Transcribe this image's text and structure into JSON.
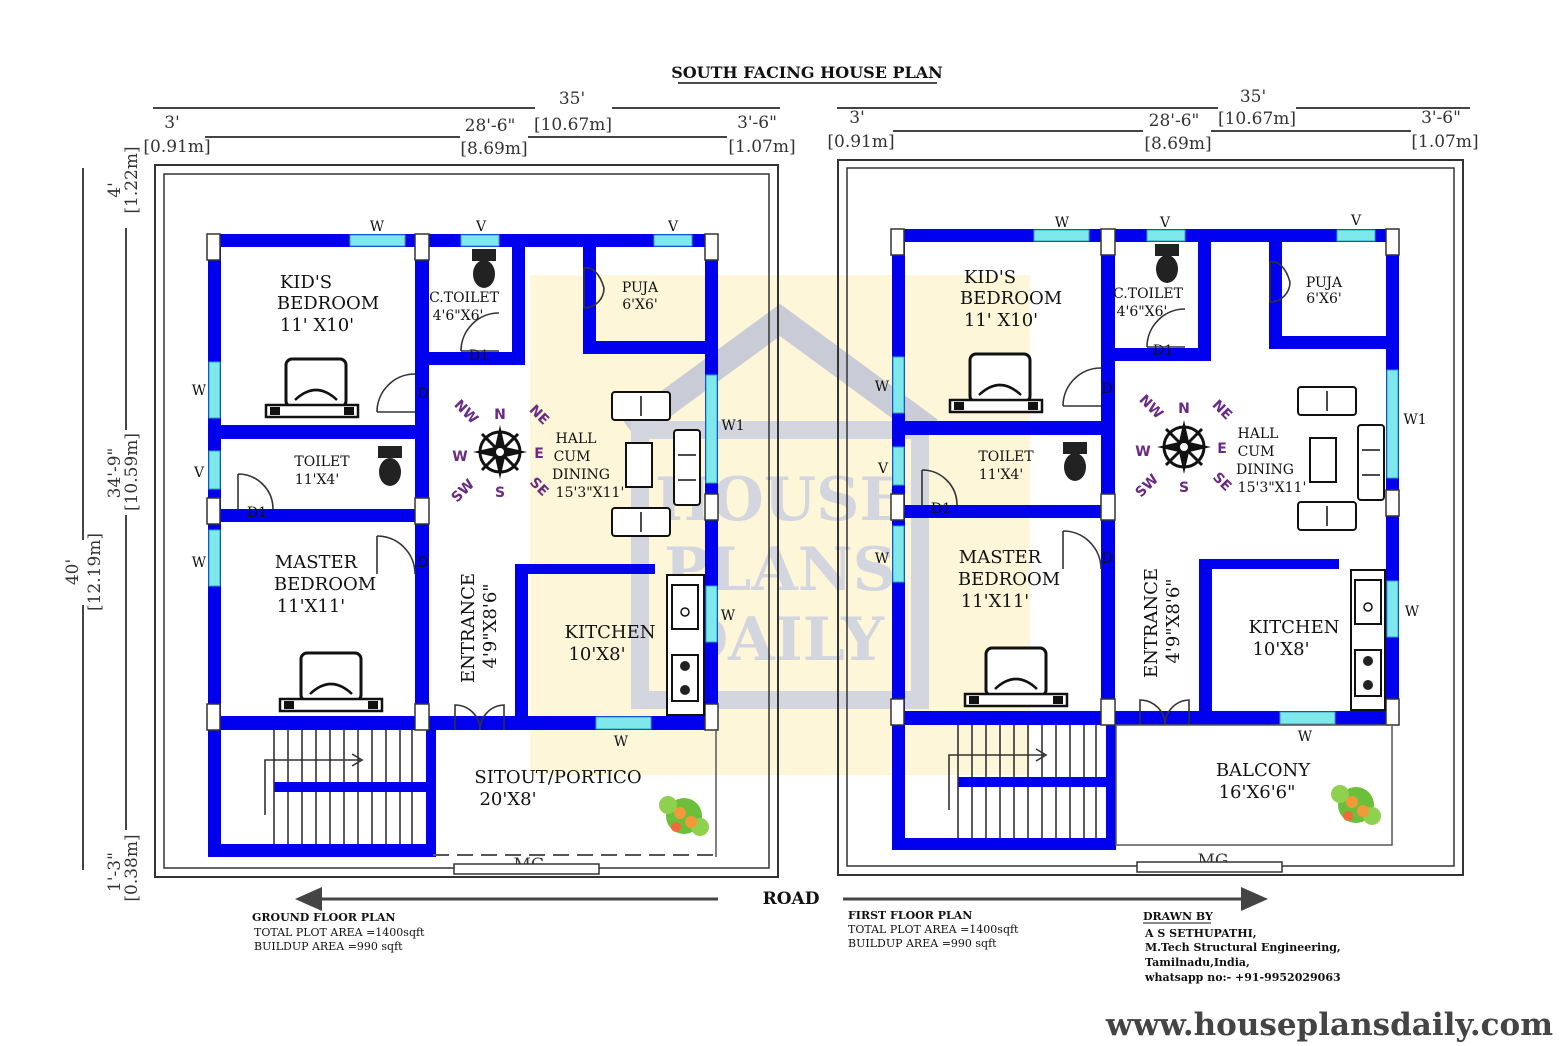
{
  "title": "SOUTH FACING HOUSE PLAN",
  "road_label": "ROAD",
  "website": "www.houseplansdaily.com",
  "watermark": [
    "HOUSE",
    "PLANS",
    "DAILY"
  ],
  "colors": {
    "wall": "#0000ee",
    "window": "#7ee8ec",
    "compass": "#6b2a83"
  },
  "dimensions": {
    "width_total": "35'",
    "width_total_m": "[10.67m]",
    "left_seg": "3'",
    "left_seg_m": "[0.91m]",
    "mid_seg": "28'-6\"",
    "mid_seg_m": "[8.69m]",
    "right_seg": "3'-6\"",
    "right_seg_m": "[1.07m]",
    "depth_total": "40'",
    "depth_total_m": "[12.19m]",
    "top_seg": "4'",
    "top_seg_m": "[1.22m]",
    "mid_depth": "34'-9\"",
    "mid_depth_m": "[10.59m]",
    "bottom_seg": "1'-3\"",
    "bottom_seg_m": "[0.38m]"
  },
  "labels": {
    "window": "W",
    "ventilator": "V",
    "door": "D",
    "door_d1": "D1",
    "window_w1": "W1",
    "main_gate": "MG"
  },
  "compass": {
    "n": "N",
    "s": "S",
    "e": "E",
    "w": "W",
    "ne": "NE",
    "nw": "NW",
    "se": "SE",
    "sw": "SW"
  },
  "rooms": {
    "kids": [
      "KID'S",
      "BEDROOM",
      "11' X10'"
    ],
    "ctoilet": [
      "C.TOILET",
      "4'6\"X6'"
    ],
    "puja": [
      "PUJA",
      "6'X6'"
    ],
    "hall": [
      "HALL",
      "CUM",
      "DINING",
      "15'3\"X11'"
    ],
    "toilet": [
      "TOILET",
      "11'X4'"
    ],
    "master": [
      "MASTER",
      "BEDROOM",
      "11'X11'"
    ],
    "entrance": [
      "ENTRANCE",
      "4'9\"X8'6\""
    ],
    "kitchen": [
      "KITCHEN",
      "10'X8'"
    ],
    "sitout": [
      "SITOUT/PORTICO",
      "20'X8'"
    ],
    "balcony": [
      "BALCONY",
      "16'X6'6\""
    ]
  },
  "ground_info": {
    "heading": "GROUND FLOOR PLAN",
    "plot_area": "TOTAL PLOT AREA =1400sqft",
    "buildup_area": "BUILDUP AREA =990 sqft"
  },
  "first_info": {
    "heading": "FIRST FLOOR PLAN",
    "plot_area": "TOTAL PLOT AREA =1400sqft",
    "buildup_area": "BUILDUP AREA =990 sqft"
  },
  "credits": {
    "heading": "DRAWN BY",
    "name": "A S SETHUPATHI,",
    "degree": "M.Tech Structural Engineering,",
    "place": "Tamilnadu,India,",
    "contact": "whatsapp no:- +91-9952029063"
  }
}
